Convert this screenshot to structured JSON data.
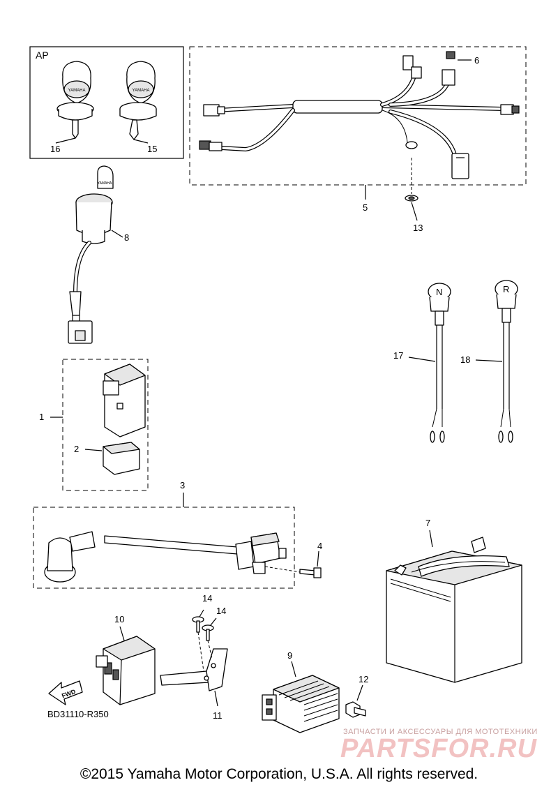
{
  "frame_label": "AP",
  "callouts": {
    "c1": "1",
    "c2": "2",
    "c3": "3",
    "c4": "4",
    "c5": "5",
    "c6": "6",
    "c7": "7",
    "c8": "8",
    "c9": "9",
    "c10": "10",
    "c11": "11",
    "c12": "12",
    "c13": "13",
    "c14a": "14",
    "c14b": "14",
    "c15": "15",
    "c16": "16",
    "c17": "17",
    "c18": "18"
  },
  "switch_letters": {
    "neutral": "N",
    "reverse": "R"
  },
  "key_brand": "YAMAHA",
  "fwd_label": "FWD",
  "ref_code": "BD31110-R350",
  "watermark": {
    "line1": "ЗАПЧАСТИ И АКСЕССУАРЫ ДЛЯ МОТОТЕХНИКИ",
    "logo": "PARTSFOR.RU"
  },
  "copyright": "©2015 Yamaha Motor Corporation, U.S.A. All rights reserved."
}
